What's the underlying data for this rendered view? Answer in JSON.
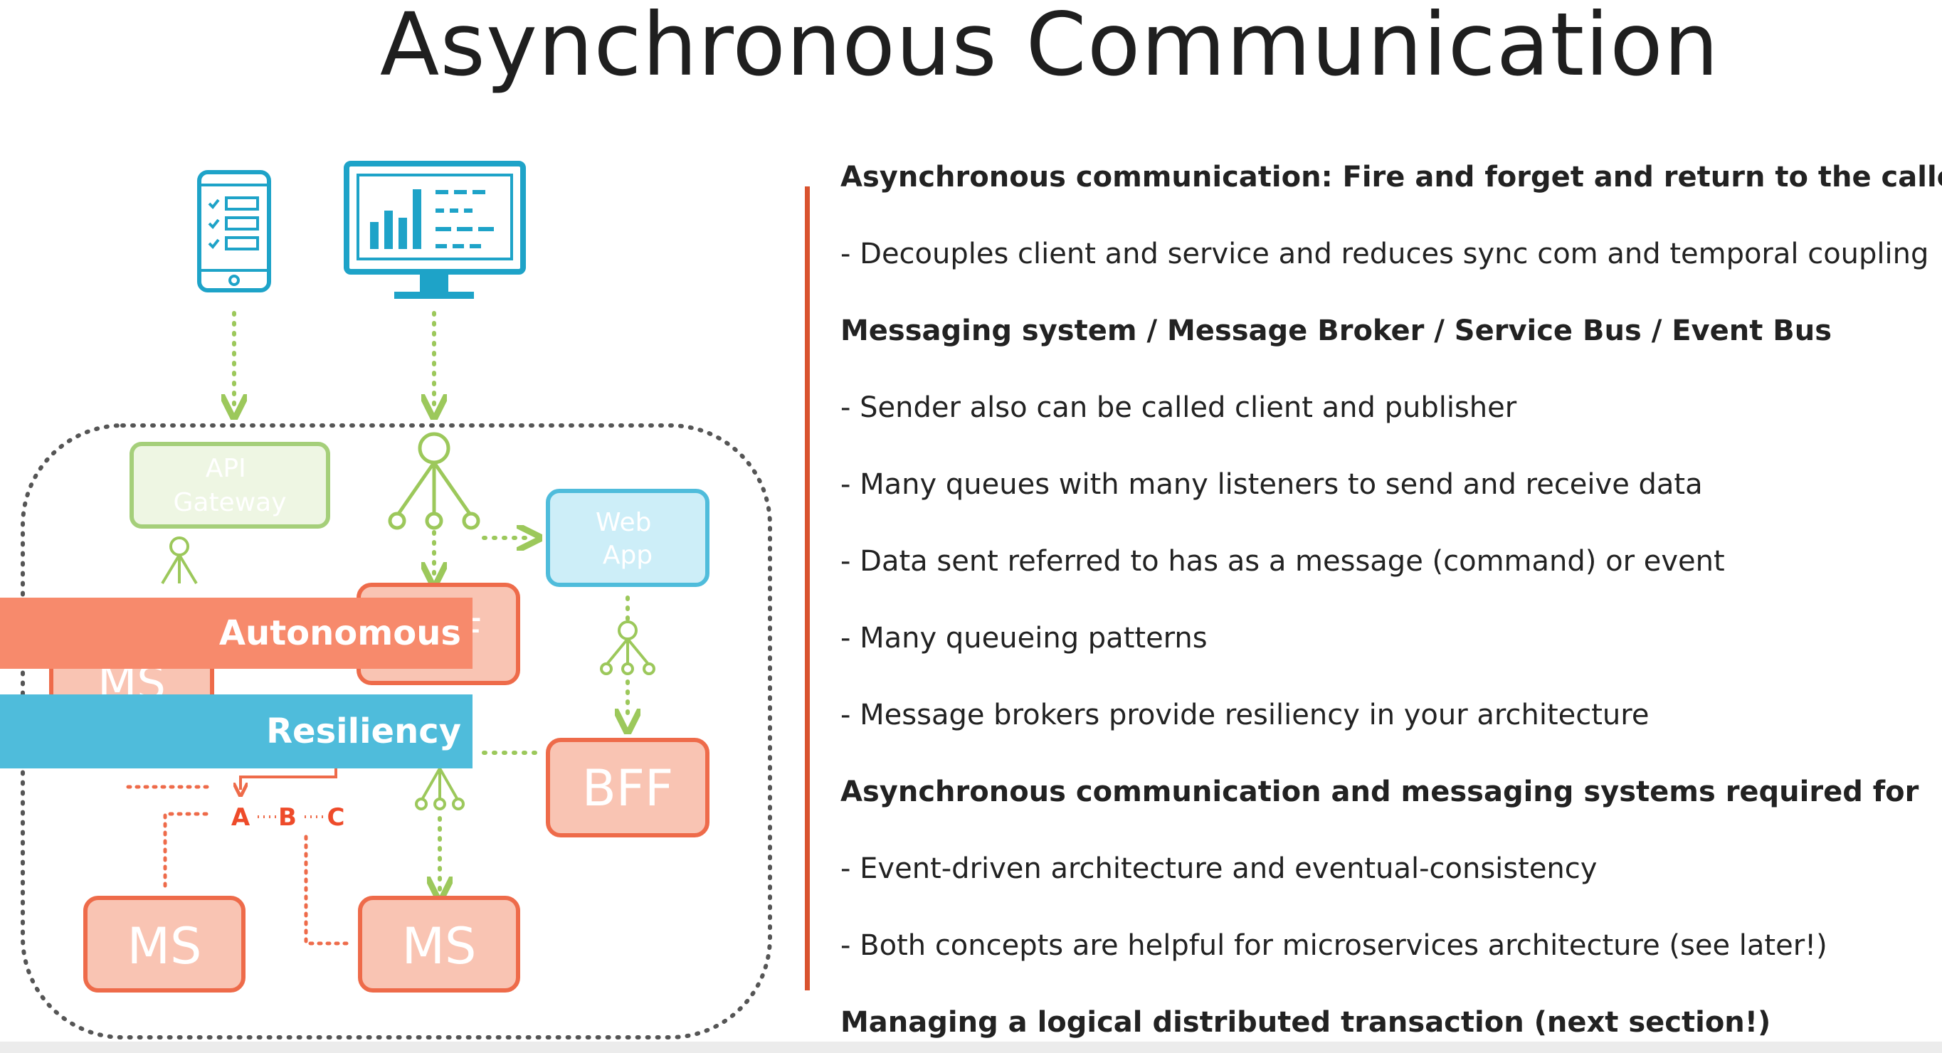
{
  "title": "Asynchronous Communication",
  "diagram": {
    "nodes": {
      "api_gateway": "API\nGateway",
      "web_app": "Web\nApp",
      "bff": "BFF",
      "ms_left_bottom": "MS",
      "ms_center_bottom": "MS",
      "ms_partial": "MS",
      "bff_partial": "F"
    },
    "banners": {
      "autonomous": "Autonomous",
      "resiliency": "Resiliency"
    },
    "queue_letters": [
      "A",
      "B",
      "C"
    ],
    "colors": {
      "device_blue": "#1ea3c8",
      "flow_green": "#9cc85b",
      "service_orange": "#ee6b4a",
      "service_fill": "#f9c4b3",
      "banner_orange": "#f78a6c",
      "banner_blue": "#4fbcdb",
      "gateway_green": "#a5cf7a",
      "webapp_blue": "#8ed6ec"
    }
  },
  "text_lines": [
    {
      "text": "Asynchronous communication: Fire and forget and return to the caller",
      "bold": true
    },
    {
      "text": "- Decouples client and service and reduces sync com and temporal coupling",
      "bold": false
    },
    {
      "text": "Messaging system / Message Broker / Service Bus / Event Bus",
      "bold": true
    },
    {
      "text": "- Sender also can be called client and publisher",
      "bold": false
    },
    {
      "text": "- Many queues with many listeners to send and receive data",
      "bold": false
    },
    {
      "text": "- Data sent referred to has as a message (command) or event",
      "bold": false
    },
    {
      "text": "- Many queueing patterns",
      "bold": false
    },
    {
      "text": "- Message brokers provide resiliency in your architecture",
      "bold": false
    },
    {
      "text": "Asynchronous communication and messaging systems required for",
      "bold": true
    },
    {
      "text": "- Event-driven architecture and eventual-consistency",
      "bold": false
    },
    {
      "text": "- Both concepts are helpful for microservices architecture (see later!)",
      "bold": false
    },
    {
      "text": "Managing a logical distributed transaction (next section!)",
      "bold": true
    }
  ]
}
